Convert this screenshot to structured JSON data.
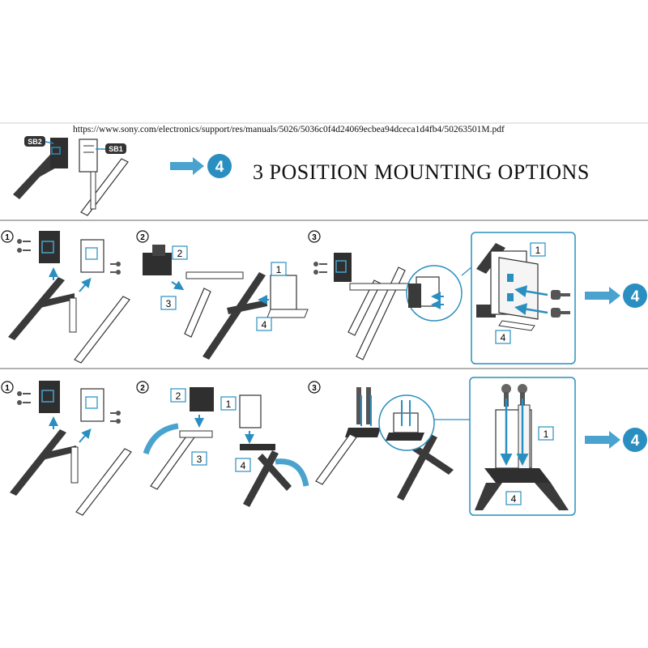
{
  "url": "https://www.sony.com/electronics/support/res/manuals/5026/5036c0f4d24069ecbea94dceca1d4fb4/50263501M.pdf",
  "title": "3 POSITION MOUNTING OPTIONS",
  "header": {
    "sb2_label": "SB2",
    "sb1_label": "SB1",
    "step_number": "4"
  },
  "row1": {
    "steps": [
      "1",
      "2",
      "3"
    ],
    "callouts": [
      "2",
      "3",
      "1",
      "4"
    ],
    "detail_callouts": [
      "1",
      "4"
    ],
    "next_step": "4"
  },
  "row2": {
    "steps": [
      "1",
      "2",
      "3"
    ],
    "callouts": [
      "2",
      "3",
      "1",
      "4"
    ],
    "detail_callouts": [
      "1",
      "4"
    ],
    "next_step": "4"
  },
  "colors": {
    "accent": "#2a8fc0",
    "arrow": "#4aa3cf",
    "dark_part": "#3a3a3a",
    "frame": "#bfe0ee"
  }
}
